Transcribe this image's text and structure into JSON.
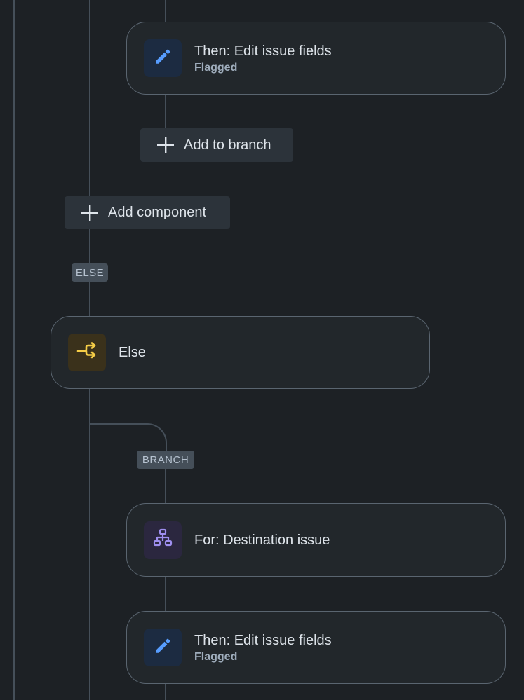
{
  "flow": {
    "card_edit_top": {
      "title": "Then: Edit issue fields",
      "subtitle": "Flagged",
      "icon": "pencil-icon"
    },
    "add_to_branch_label": "Add to branch",
    "add_component_label": "Add component",
    "else_pill": "ELSE",
    "card_else": {
      "title": "Else",
      "icon": "branch-arrows-icon"
    },
    "branch_pill": "BRANCH",
    "card_for": {
      "title": "For: Destination issue",
      "icon": "hierarchy-icon"
    },
    "card_edit_bottom": {
      "title": "Then: Edit issue fields",
      "subtitle": "Flagged",
      "icon": "pencil-icon"
    }
  },
  "colors": {
    "background": "#1d2125",
    "card": "#22272b",
    "connector": "#454f59",
    "edit_icon": "#579dff",
    "else_icon": "#f5cd47",
    "for_icon": "#9f8fef"
  }
}
